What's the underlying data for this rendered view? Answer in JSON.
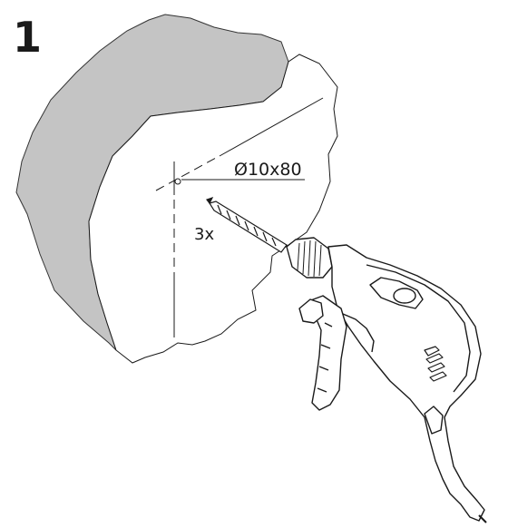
{
  "step": {
    "number": "1"
  },
  "hole": {
    "spec": "Ø10x80",
    "count": "3x"
  },
  "colors": {
    "wall_edge": "#c4c4c4",
    "line": "#1a1a1a",
    "background": "#ffffff"
  },
  "icons": {
    "drill": "power-drill-icon",
    "bit": "drill-bit-icon",
    "wall": "wall-slab-icon"
  }
}
